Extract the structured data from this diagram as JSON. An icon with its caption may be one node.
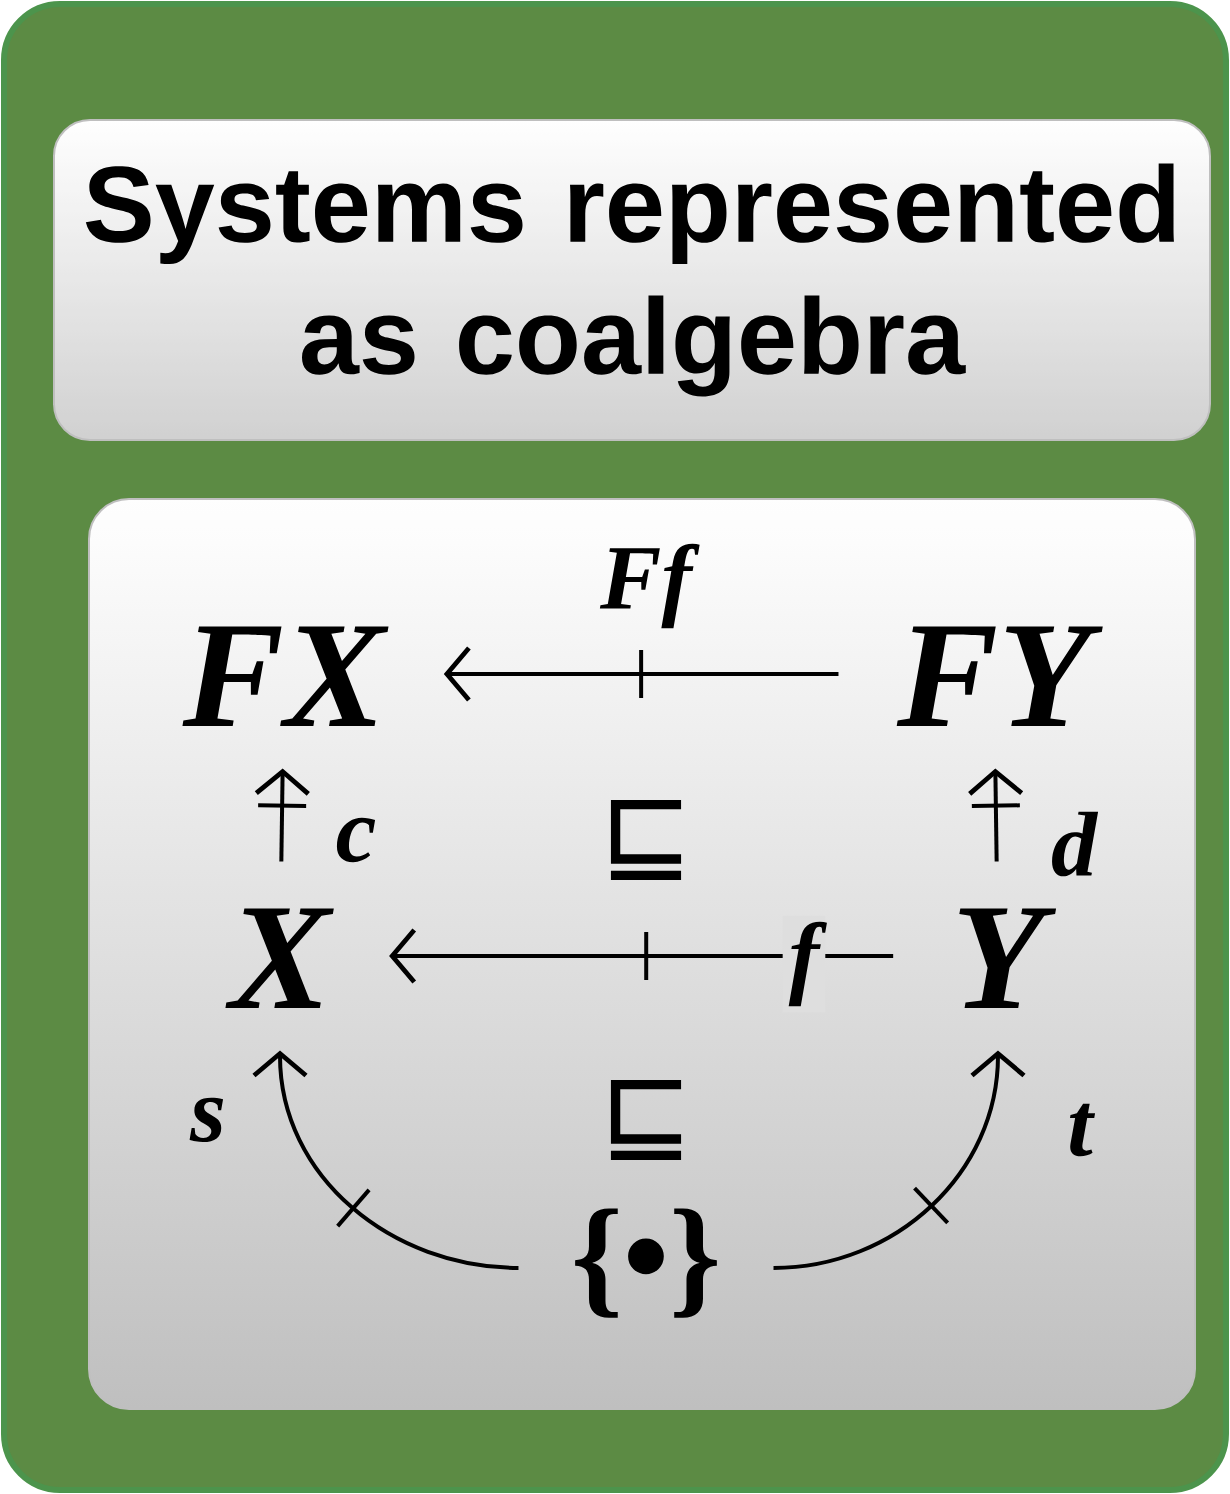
{
  "diagram": {
    "nodes": [
      {
        "text": [
          "Systems represented as coalgebra"
        ]
      },
      {
        "text": [],
        "shape": "box"
      },
      {
        "text": [
          "FX"
        ],
        "in": 1
      },
      {
        "text": [
          "FY"
        ],
        "in": 1
      },
      {
        "text": [
          "X"
        ],
        "in": 1
      },
      {
        "text": [
          "Y"
        ],
        "in": 1
      },
      {
        "text": [
          "{•}"
        ],
        "in": 1
      }
    ],
    "edges": [
      {
        "from": 3,
        "to": 2,
        "arrow": "to",
        "label": "Ff"
      },
      {
        "from": 5,
        "to": 4,
        "arrow": "to",
        "label": "f"
      },
      {
        "from": 4,
        "to": 2,
        "arrow": "to",
        "label": "c"
      },
      {
        "from": 5,
        "to": 3,
        "arrow": "to",
        "label": "d"
      },
      {
        "from": 6,
        "to": 4,
        "arrow": "to",
        "label": "s"
      },
      {
        "from": 6,
        "to": 5,
        "arrow": "to",
        "label": "t"
      }
    ],
    "labels": [
      "⊑",
      "⊑"
    ]
  }
}
